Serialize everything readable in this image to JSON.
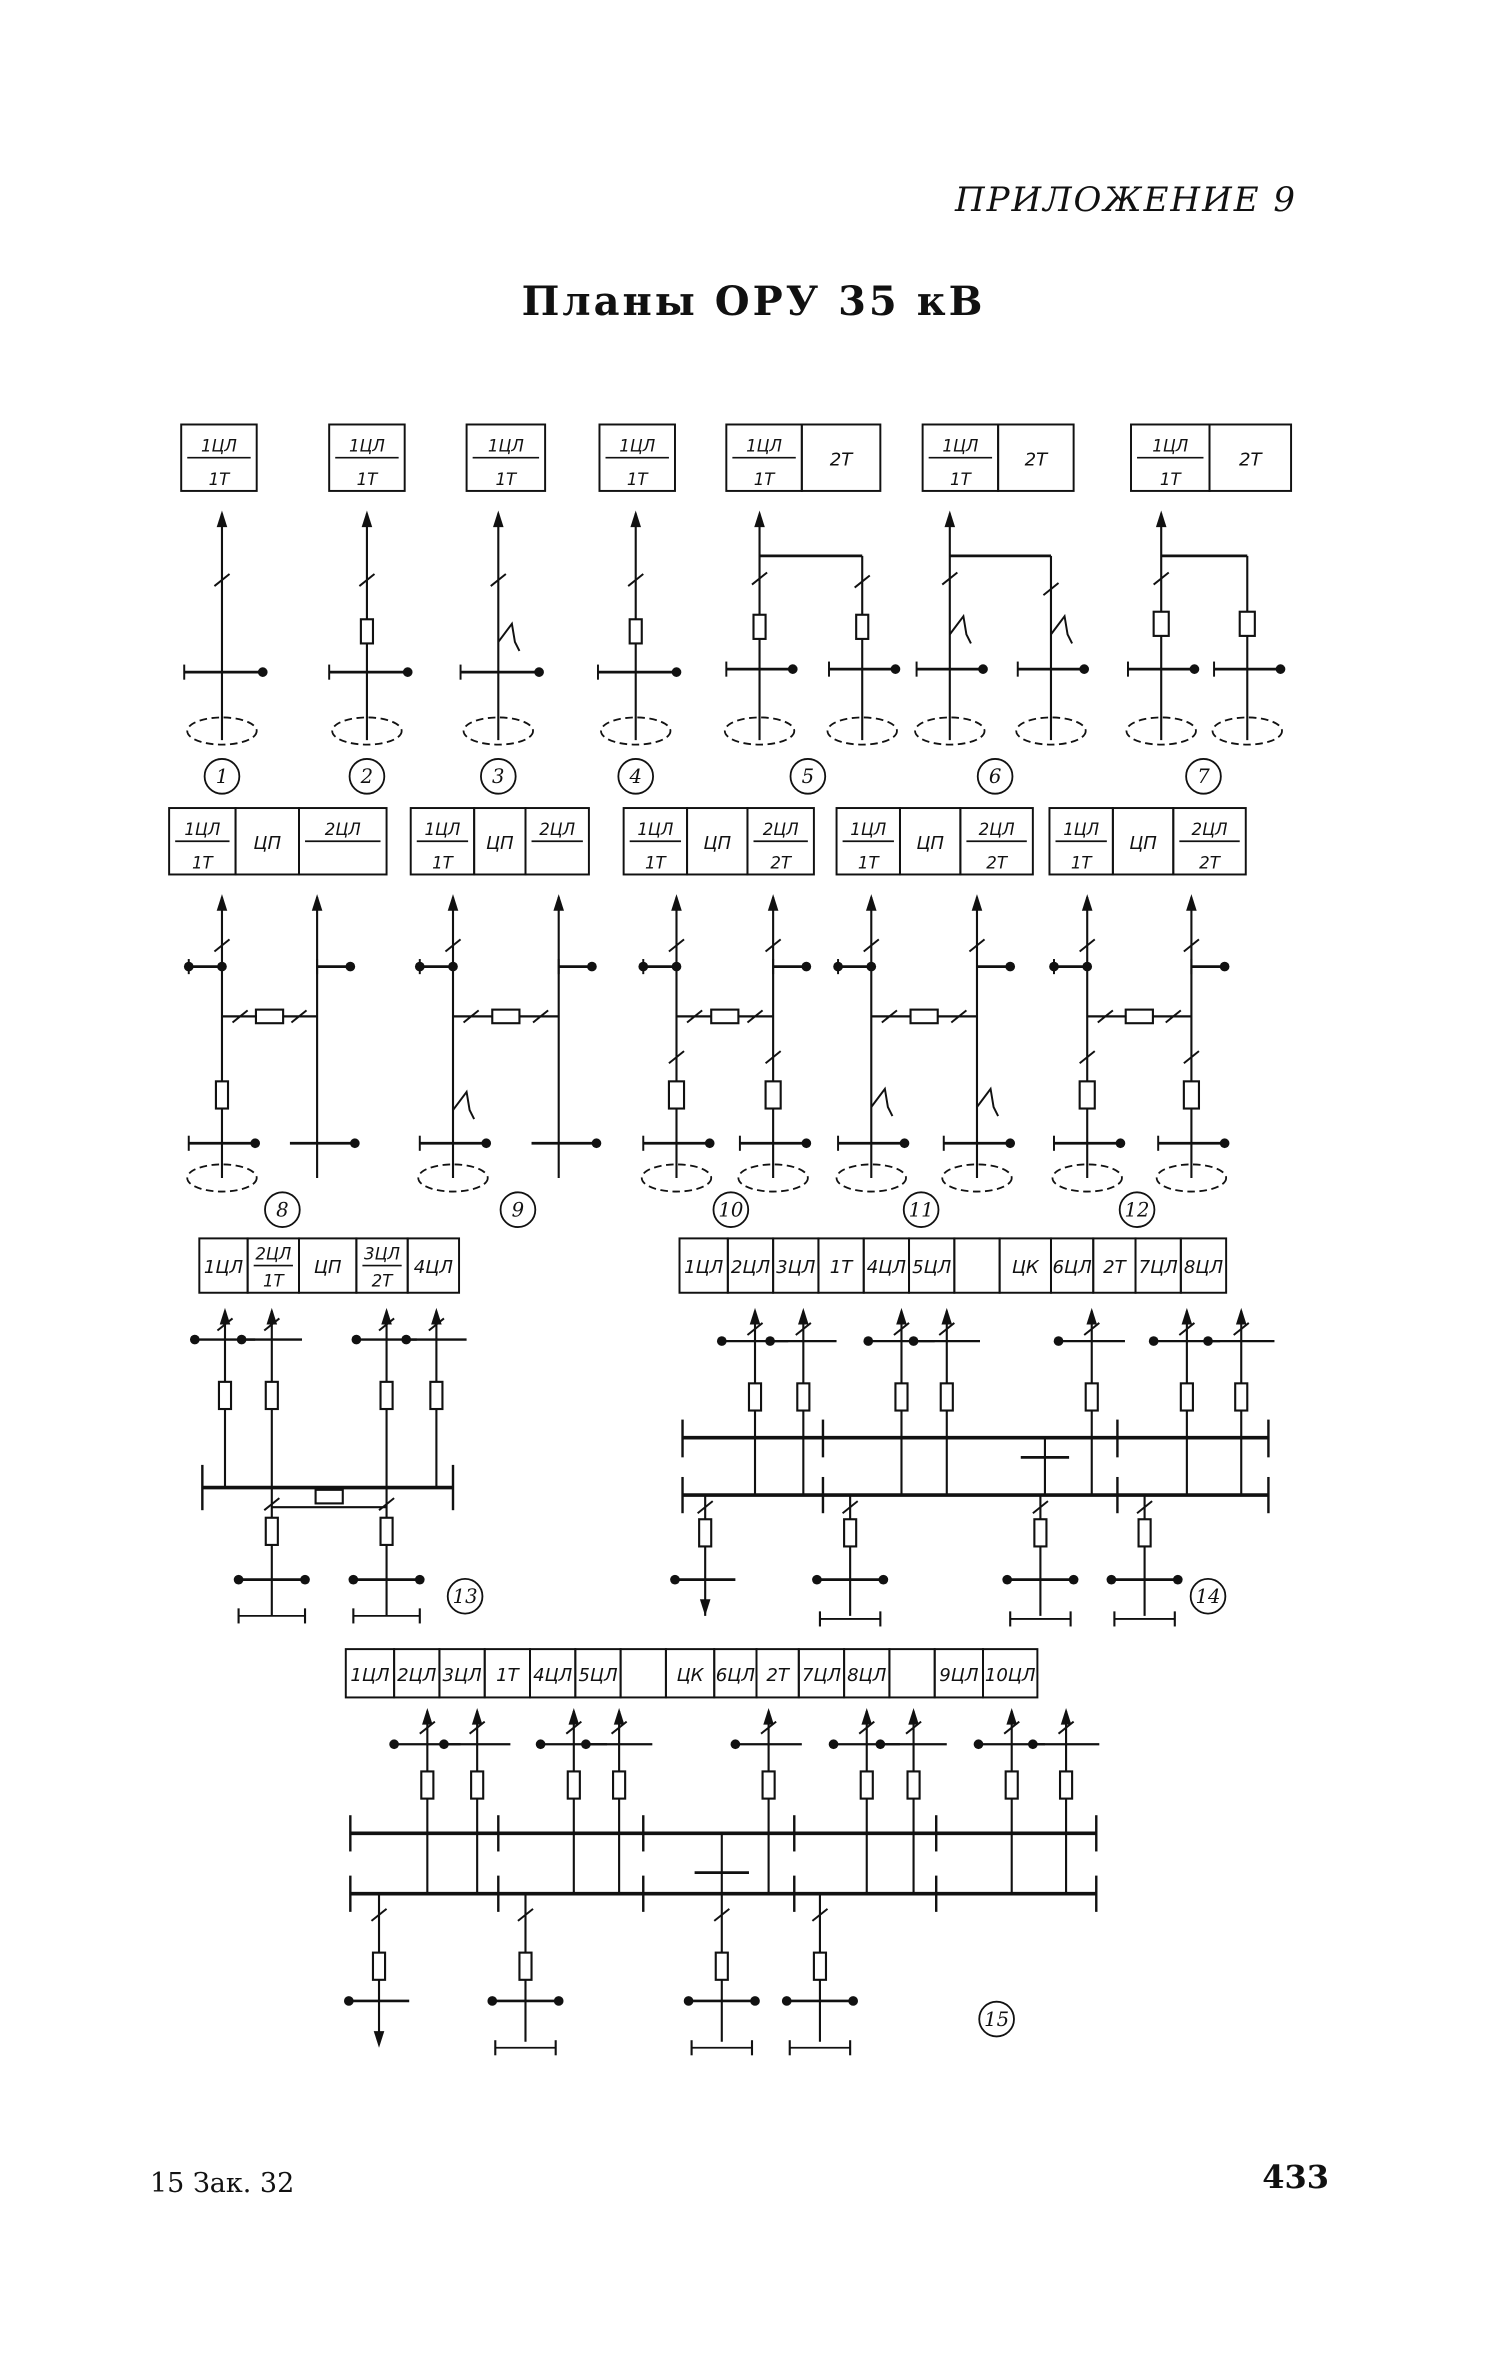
{
  "header": {
    "appendix": "ПРИЛОЖЕНИЕ 9",
    "title": "Планы ОРУ 35 кВ"
  },
  "footer": {
    "left": "15 Зак. 32",
    "page_number": "433"
  },
  "schemes": [
    {
      "number": "1",
      "cells": [
        {
          "top": "1ЦЛ",
          "bottom": "1Т"
        }
      ]
    },
    {
      "number": "2",
      "cells": [
        {
          "top": "1ЦЛ",
          "bottom": "1Т"
        }
      ]
    },
    {
      "number": "3",
      "cells": [
        {
          "top": "1ЦЛ",
          "bottom": "1Т"
        }
      ]
    },
    {
      "number": "4",
      "cells": [
        {
          "top": "1ЦЛ",
          "bottom": "1Т"
        }
      ]
    },
    {
      "number": "5",
      "cells": [
        {
          "top": "1ЦЛ",
          "bottom": "1Т"
        },
        {
          "text": "2Т"
        }
      ]
    },
    {
      "number": "6",
      "cells": [
        {
          "top": "1ЦЛ",
          "bottom": "1Т"
        },
        {
          "text": "2Т"
        }
      ]
    },
    {
      "number": "7",
      "cells": [
        {
          "top": "1ЦЛ",
          "bottom": "1Т"
        },
        {
          "text": "2Т"
        }
      ]
    },
    {
      "number": "8",
      "cells": [
        {
          "top": "1ЦЛ",
          "bottom": "1Т"
        },
        {
          "text": "ЦП"
        },
        {
          "top": "2ЦЛ",
          "bottom": ""
        }
      ]
    },
    {
      "number": "9",
      "cells": [
        {
          "top": "1ЦЛ",
          "bottom": "1Т"
        },
        {
          "text": "ЦП"
        },
        {
          "top": "2ЦЛ",
          "bottom": ""
        }
      ]
    },
    {
      "number": "10",
      "cells": [
        {
          "top": "1ЦЛ",
          "bottom": "1Т"
        },
        {
          "text": "ЦП"
        },
        {
          "top": "2ЦЛ",
          "bottom": "2Т"
        }
      ]
    },
    {
      "number": "11",
      "cells": [
        {
          "top": "1ЦЛ",
          "bottom": "1Т"
        },
        {
          "text": "ЦП"
        },
        {
          "top": "2ЦЛ",
          "bottom": "2Т"
        }
      ]
    },
    {
      "number": "12",
      "cells": [
        {
          "top": "1ЦЛ",
          "bottom": "1Т"
        },
        {
          "text": "ЦП"
        },
        {
          "top": "2ЦЛ",
          "bottom": "2Т"
        }
      ]
    },
    {
      "number": "13",
      "cells": [
        {
          "text": "1ЦЛ"
        },
        {
          "top": "2ЦЛ",
          "bottom": "1Т"
        },
        {
          "text": "ЦП"
        },
        {
          "top": "3ЦЛ",
          "bottom": "2Т"
        },
        {
          "text": "4ЦЛ"
        }
      ]
    },
    {
      "number": "14",
      "cells": [
        {
          "text": "1ЦЛ"
        },
        {
          "text": "2ЦЛ"
        },
        {
          "text": "3ЦЛ"
        },
        {
          "text": "1Т"
        },
        {
          "text": "4ЦЛ"
        },
        {
          "text": "5ЦЛ"
        },
        {
          "text": ""
        },
        {
          "text": "ЦК"
        },
        {
          "text": "6ЦЛ"
        },
        {
          "text": "2Т"
        },
        {
          "text": "7ЦЛ"
        },
        {
          "text": "8ЦЛ"
        }
      ]
    },
    {
      "number": "15",
      "cells": [
        {
          "text": "1ЦЛ"
        },
        {
          "text": "2ЦЛ"
        },
        {
          "text": "3ЦЛ"
        },
        {
          "text": "1Т"
        },
        {
          "text": "4ЦЛ"
        },
        {
          "text": "5ЦЛ"
        },
        {
          "text": ""
        },
        {
          "text": "ЦК"
        },
        {
          "text": "6ЦЛ"
        },
        {
          "text": "2Т"
        },
        {
          "text": "7ЦЛ"
        },
        {
          "text": "8ЦЛ"
        },
        {
          "text": ""
        },
        {
          "text": "9ЦЛ"
        },
        {
          "text": "10ЦЛ"
        }
      ]
    }
  ]
}
